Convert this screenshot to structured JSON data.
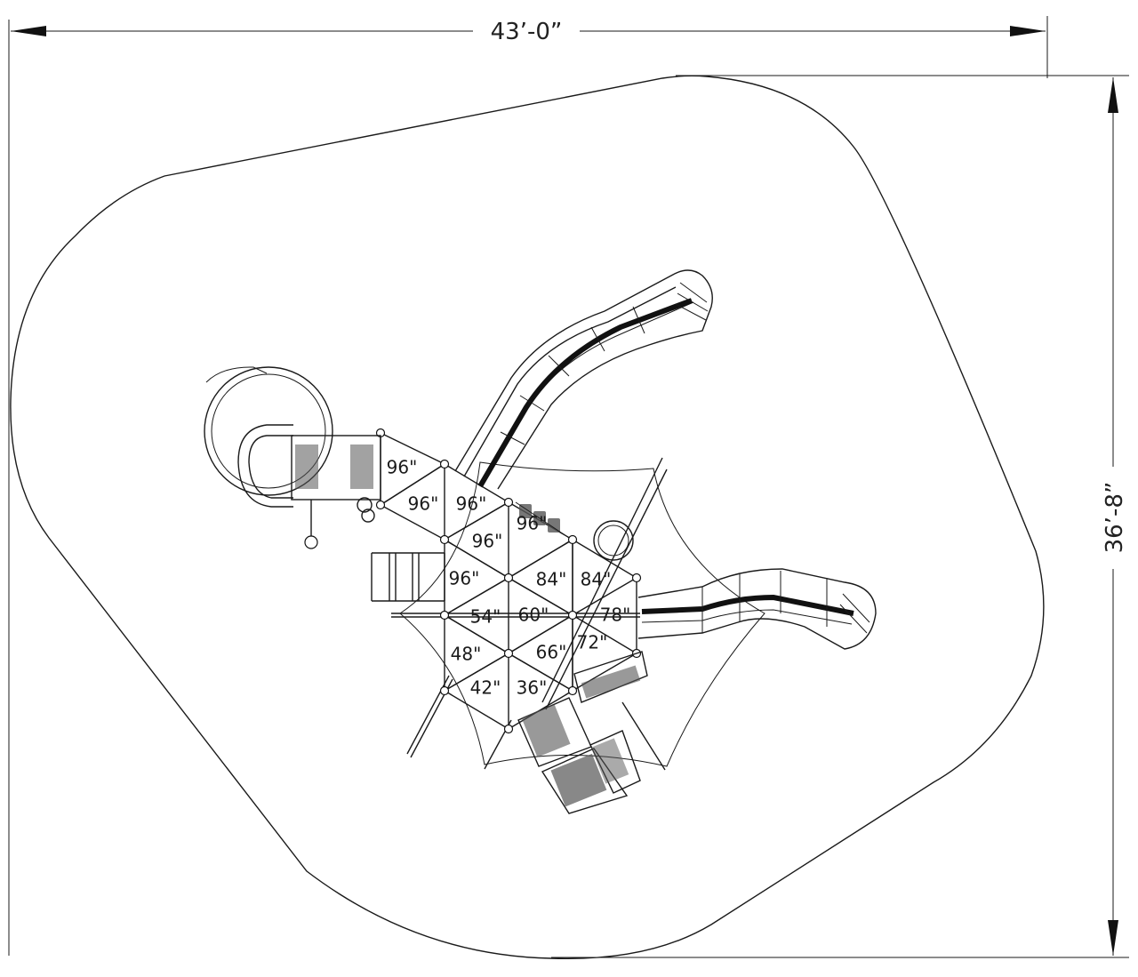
{
  "dimensions": {
    "width_label": "43’-0”",
    "depth_label": "36’-8”"
  },
  "deck_heights": [
    {
      "id": "d1",
      "label": "96\""
    },
    {
      "id": "d2",
      "label": "96\""
    },
    {
      "id": "d3",
      "label": "96\""
    },
    {
      "id": "d4",
      "label": "96\""
    },
    {
      "id": "d5",
      "label": "96\""
    },
    {
      "id": "d6",
      "label": "96\""
    },
    {
      "id": "d7",
      "label": "84\""
    },
    {
      "id": "d8",
      "label": "84\""
    },
    {
      "id": "d9",
      "label": "54\""
    },
    {
      "id": "d10",
      "label": "60\""
    },
    {
      "id": "d11",
      "label": "78\""
    },
    {
      "id": "d12",
      "label": "48\""
    },
    {
      "id": "d13",
      "label": "66\""
    },
    {
      "id": "d14",
      "label": "72\""
    },
    {
      "id": "d15",
      "label": "42\""
    },
    {
      "id": "d16",
      "label": "36\""
    }
  ]
}
